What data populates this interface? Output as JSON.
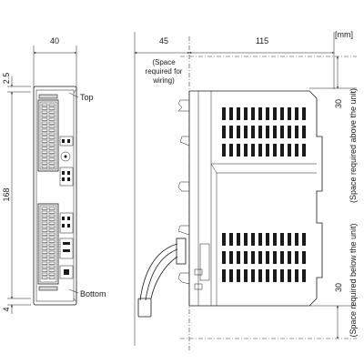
{
  "units": "[mm]",
  "front_view": {
    "width_label": "40",
    "top_gap_label": "2.5",
    "height_label": "168",
    "bottom_gap_label": "4",
    "top_label": "Top",
    "bottom_label": "Bottom"
  },
  "side_view": {
    "wiring_space_label": "45",
    "wiring_note_lines": [
      "(Space",
      "required for",
      "wiring)"
    ],
    "depth_label": "115",
    "above_space_label": "30",
    "above_note": "(Space required  above the unit)",
    "below_space_label": "30",
    "below_note": "(Space required  below the unit)"
  }
}
